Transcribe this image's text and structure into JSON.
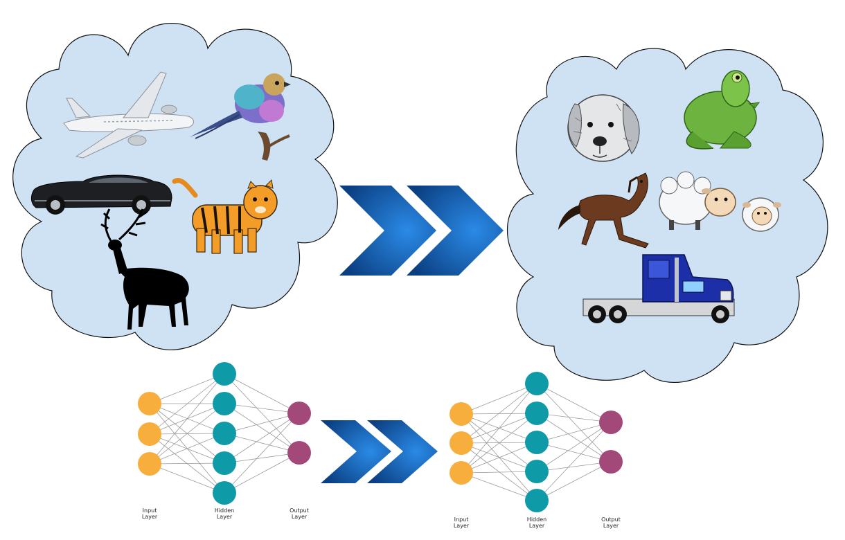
{
  "colors": {
    "cloud_fill": "#cfe2f3",
    "cloud_stroke": "#111111",
    "chevron_dark": "#0b3f82",
    "chevron_light": "#2a8ae6",
    "input_node": "#f7ae3d",
    "hidden_node": "#0e9aa7",
    "output_node": "#a3497a",
    "edge": "#9a9a9a"
  },
  "source_cloud": {
    "icons": [
      "airplane-icon",
      "bird-icon",
      "car-icon",
      "tiger-icon",
      "deer-icon"
    ]
  },
  "target_cloud": {
    "icons": [
      "dog-icon",
      "frog-icon",
      "horse-icon",
      "sheep-icon",
      "truck-icon"
    ]
  },
  "networks": {
    "source": {
      "input_count": 3,
      "hidden_count": 5,
      "output_count": 2,
      "labels": {
        "input": [
          "Input",
          "Layer"
        ],
        "hidden": [
          "Hidden",
          "Layer"
        ],
        "output": [
          "Output",
          "Layer"
        ]
      }
    },
    "target": {
      "input_count": 3,
      "hidden_count": 5,
      "output_count": 2,
      "labels": {
        "input": [
          "Input",
          "Layer"
        ],
        "hidden": [
          "Hidden",
          "Layer"
        ],
        "output": [
          "Output",
          "Layer"
        ]
      }
    }
  }
}
